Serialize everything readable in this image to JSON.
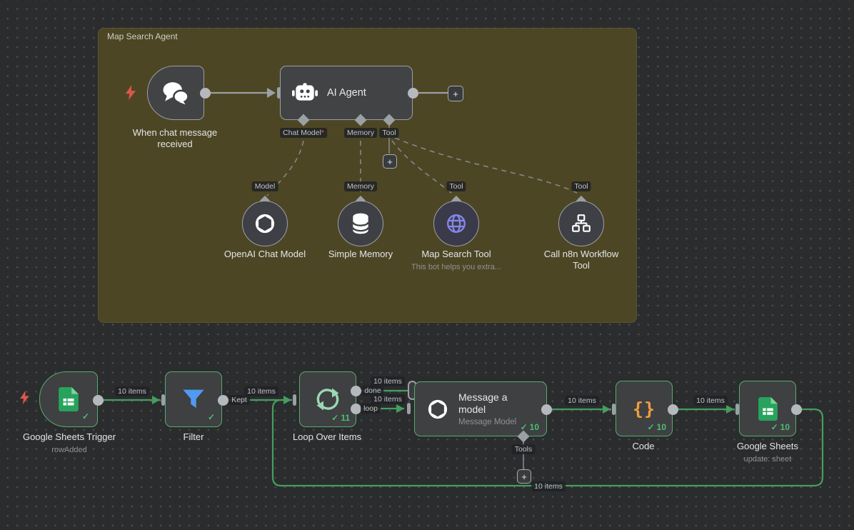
{
  "icons": {
    "plus": "+",
    "check": "✓",
    "code_glyph": "{}",
    "asterisk": "*"
  },
  "group": {
    "title": "Map Search Agent"
  },
  "agent_flow": {
    "trigger": {
      "name": "When chat message received"
    },
    "ai_agent": {
      "name": "AI Agent",
      "ports": [
        {
          "label": "Chat Model",
          "required": "*"
        },
        {
          "label": "Memory"
        },
        {
          "label": "Tool"
        }
      ]
    },
    "subnodes": [
      {
        "port": "Model",
        "name": "OpenAI Chat Model"
      },
      {
        "port": "Memory",
        "name": "Simple Memory"
      },
      {
        "port": "Tool",
        "name": "Map Search Tool",
        "subtitle": "This bot helps you extra..."
      },
      {
        "port": "Tool",
        "name": "Call n8n Workflow Tool"
      }
    ]
  },
  "sheet_flow": {
    "trigger": {
      "name": "Google Sheets Trigger",
      "subtitle": "rowAdded"
    },
    "filter": {
      "name": "Filter"
    },
    "loop": {
      "name": "Loop Over Items",
      "count": "11"
    },
    "message": {
      "name": "Message a model",
      "subtitle": "Message Model",
      "count": "10",
      "port": "Tools"
    },
    "code": {
      "name": "Code",
      "count": "10"
    },
    "gsheets": {
      "name": "Google Sheets",
      "subtitle": "update: sheet",
      "count": "10"
    },
    "connections": {
      "items": "10 items",
      "kept": "Kept",
      "done": "done",
      "loop": "loop"
    }
  }
}
